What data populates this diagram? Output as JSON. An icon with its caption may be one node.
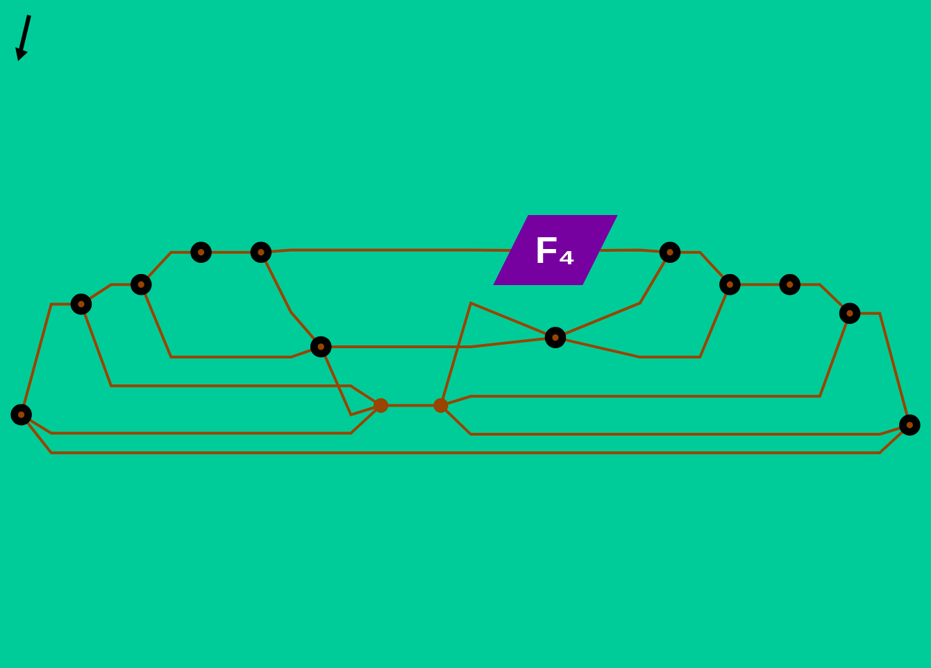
{
  "diagram": {
    "nodes": [
      {
        "text": [],
        "shape": "circle"
      },
      {
        "text": [],
        "shape": "circle"
      },
      {
        "text": [],
        "shape": "circle"
      },
      {
        "text": [],
        "shape": "circle"
      },
      {
        "text": [],
        "shape": "circle"
      },
      {
        "text": [],
        "shape": "circle"
      },
      {
        "text": [],
        "shape": "circle"
      },
      {
        "text": [],
        "shape": "circle"
      },
      {
        "text": [],
        "shape": "circle"
      },
      {
        "text": [],
        "shape": "circle"
      },
      {
        "text": [],
        "shape": "circle"
      },
      {
        "text": [],
        "shape": "circle"
      },
      {
        "text": [
          "F₄"
        ]
      },
      {
        "text": [],
        "shape": "circle"
      },
      {
        "text": [],
        "shape": "circle"
      }
    ],
    "edges": [
      {
        "from": 0,
        "to": 1,
        "arrow": "none"
      },
      {
        "from": 1,
        "to": 3,
        "arrow": "none"
      },
      {
        "from": 3,
        "to": 6,
        "arrow": "none"
      },
      {
        "from": 6,
        "to": 11,
        "arrow": "none"
      },
      {
        "from": 11,
        "to": 8,
        "arrow": "none"
      },
      {
        "from": 11,
        "to": 12,
        "arrow": "none"
      },
      {
        "from": 12,
        "to": 14,
        "arrow": "none"
      },
      {
        "from": 14,
        "to": 13,
        "arrow": "none"
      },
      {
        "from": 13,
        "to": 10,
        "arrow": "none"
      },
      {
        "from": 10,
        "to": 7,
        "arrow": "none"
      },
      {
        "from": 7,
        "to": 2,
        "arrow": "none"
      },
      {
        "from": 2,
        "to": 0,
        "arrow": "none"
      },
      {
        "from": 1,
        "to": 4,
        "arrow": "none"
      },
      {
        "from": 4,
        "to": 0,
        "arrow": "none"
      },
      {
        "from": 3,
        "to": 8,
        "arrow": "none"
      },
      {
        "from": 8,
        "to": 4,
        "arrow": "none"
      },
      {
        "from": 4,
        "to": 5,
        "arrow": "none"
      },
      {
        "from": 5,
        "to": 2,
        "arrow": "none"
      },
      {
        "from": 5,
        "to": 7,
        "arrow": "none"
      },
      {
        "from": 5,
        "to": 9,
        "arrow": "none"
      },
      {
        "from": 8,
        "to": 9,
        "arrow": "none"
      },
      {
        "from": 9,
        "to": 14,
        "arrow": "none"
      },
      {
        "from": 9,
        "to": 13,
        "arrow": "none"
      }
    ]
  }
}
